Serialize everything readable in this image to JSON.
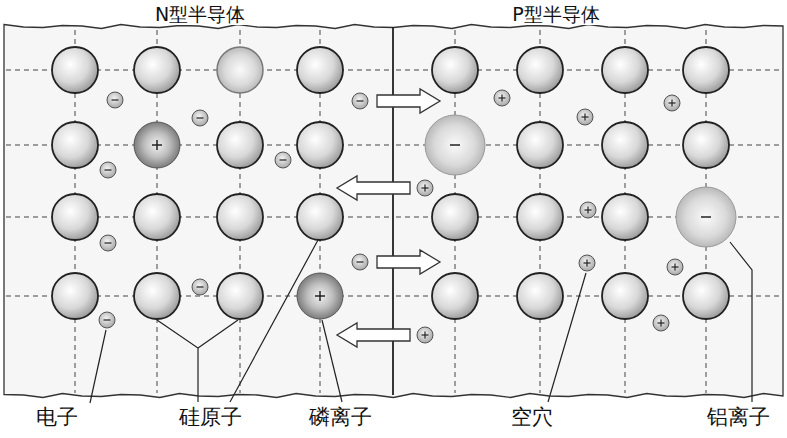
{
  "diagram": {
    "labels": [
      "N型半导体",
      "P型半导体",
      "电子",
      "硅原子",
      "磷离子",
      "空穴",
      "铝离子"
    ]
  }
}
